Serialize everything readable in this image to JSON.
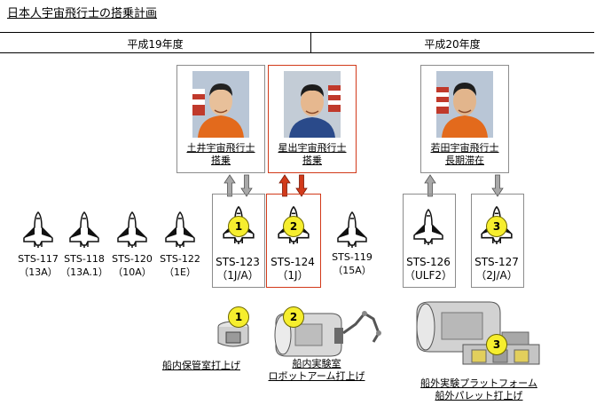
{
  "title": "日本人宇宙飛行士の搭乗計画",
  "years": [
    {
      "label": "平成19年度"
    },
    {
      "label": "平成20年度"
    }
  ],
  "astronauts": [
    {
      "name": "土井宇宙飛行士",
      "role": "搭乗"
    },
    {
      "name": "星出宇宙飛行士",
      "role": "搭乗"
    },
    {
      "name": "若田宇宙飛行士",
      "role": "長期滞在"
    }
  ],
  "missions": [
    {
      "line1": "STS-117",
      "line2": "（13A）"
    },
    {
      "line1": "STS-118",
      "line2": "（13A.1）"
    },
    {
      "line1": "STS-120",
      "line2": "（10A）"
    },
    {
      "line1": "STS-122",
      "line2": "（1E）"
    },
    {
      "line1": "STS-123",
      "line2": "（1J/A）",
      "badge": "1"
    },
    {
      "line1": "STS-124",
      "line2": "（1J）",
      "badge": "2"
    },
    {
      "line1": "STS-119",
      "line2": "（15A）"
    },
    {
      "line1": "STS-126",
      "line2": "（ULF2）"
    },
    {
      "line1": "STS-127",
      "line2": "（2J/A）",
      "badge": "3"
    }
  ],
  "kibo_parts": [
    {
      "badge": "1",
      "line1": "船内保管室打上げ"
    },
    {
      "badge": "2",
      "line1": "船内実験室",
      "line2": "ロボットアーム打上げ"
    },
    {
      "badge": "3",
      "line1": "船外実験プラットフォーム",
      "line2": "船外パレット打上げ"
    }
  ],
  "colors": {
    "highlight": "#d23a1a",
    "arrow_gray": "#a8a8a8",
    "badge": "#f6ee2e"
  }
}
